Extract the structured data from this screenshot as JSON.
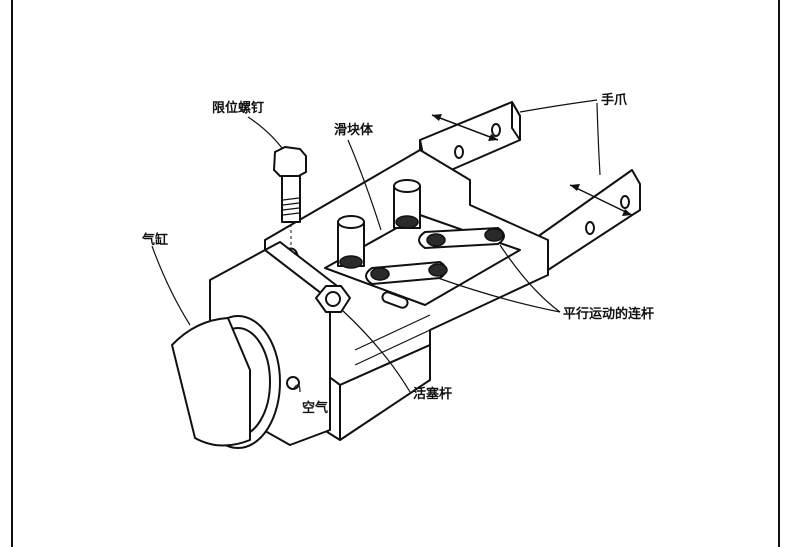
{
  "figure": {
    "labels": {
      "limit_screw": "限位螺钉",
      "slider_body": "滑块体",
      "gripper_fingers": "手爪",
      "cylinder": "气缸",
      "parallel_links": "平行运动的连杆",
      "piston_rod": "活塞杆",
      "air": "空气"
    },
    "colors": {
      "ink": "#111111",
      "paper": "#ffffff"
    }
  }
}
